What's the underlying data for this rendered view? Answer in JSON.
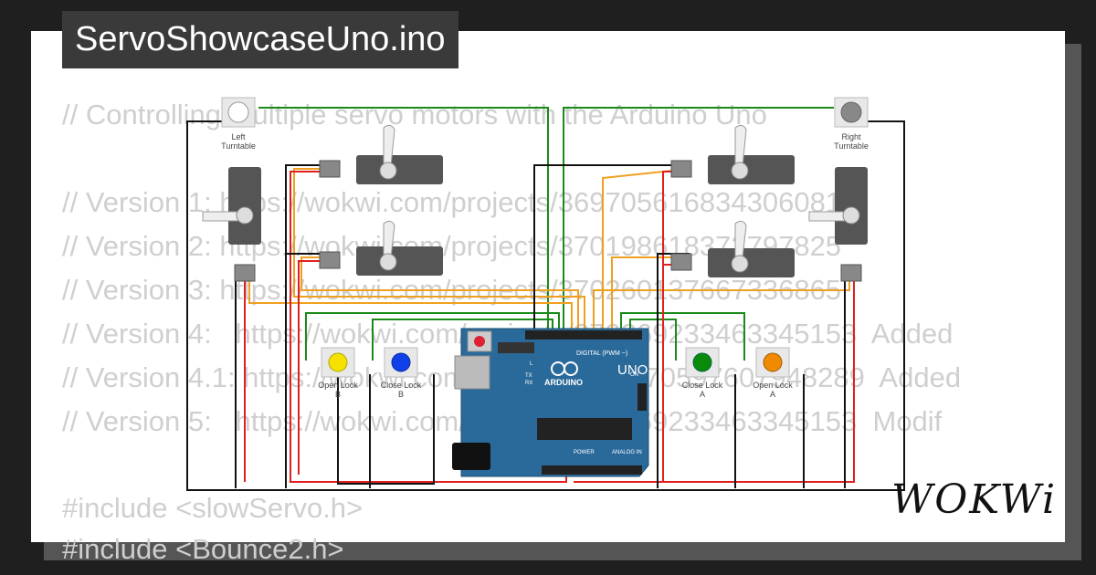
{
  "title": "ServoShowcaseUno.ino",
  "code_lines": [
    "// Controlling multiple servo motors with the Arduino Uno",
    "",
    "// Version 1: https://wokwi.com/projects/369705616834306081",
    "// Version 2: https://wokwi.com/projects/370198618373797825",
    "// Version 3: https://wokwi.com/projects/370260137667336865",
    "// Version 4:   https://wokwi.com/projects/370269233463345153  Added",
    "// Version 4.1: https://wokwi.com/projects/370270597607948289  Added",
    "// Version 5:   https://wokwi.com/projects/370269233463345153  Modif",
    "",
    "",
    "#include <slowServo.h>",
    "#include <Bounce2.h>"
  ],
  "components": {
    "left_turntable_label": [
      "Left",
      "Turntable"
    ],
    "right_turntable_label": [
      "Right",
      "Turntable"
    ],
    "open_lock_b_label": [
      "Open Lock",
      "B"
    ],
    "close_lock_b_label": [
      "Close Lock",
      "B"
    ],
    "close_lock_a_label": [
      "Close Lock",
      "A"
    ],
    "open_lock_a_label": [
      "Open Lock",
      "A"
    ],
    "board_name": "UNO",
    "board_brand": "ARDUINO",
    "digital_header_label": "DIGITAL (PWM ~)",
    "power_label": "POWER",
    "analog_label": "ANALOG IN",
    "on_label": "ON",
    "tx_label": "TX",
    "rx_label": "RX",
    "l_label": "L"
  },
  "colors": {
    "yellow_button": "#f5e000",
    "blue_button": "#1040e8",
    "green_button": "#0a8a0a",
    "orange_button": "#f08a00",
    "board_blue": "#2a6a9a",
    "wire_green": "#1a8a1a",
    "wire_orange": "#f0a020",
    "wire_red": "#e02020",
    "wire_black": "#111111"
  },
  "branding": "WOKWi"
}
